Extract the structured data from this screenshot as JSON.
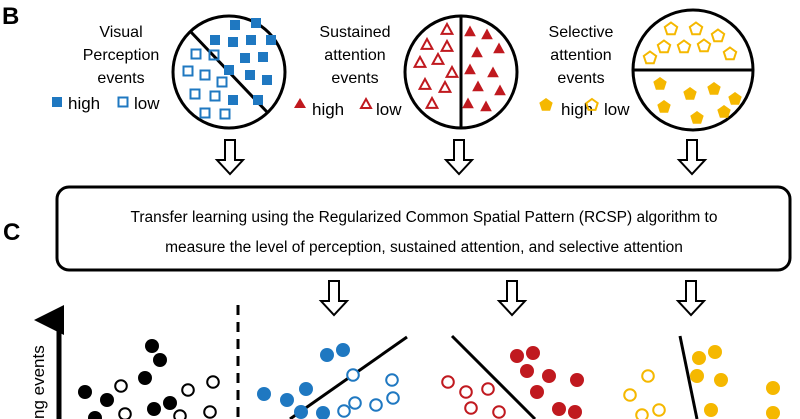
{
  "panel_b": {
    "letter": "B",
    "groups": [
      {
        "label_lines": [
          "Visual",
          "Perception",
          "events"
        ],
        "legend_high": "high",
        "legend_low": "low",
        "color": "#1f78c1",
        "shape": "square",
        "divider": "diagonal"
      },
      {
        "label_lines": [
          "Sustained",
          "attention",
          "events"
        ],
        "legend_high": "high",
        "legend_low": "low",
        "color": "#c0191f",
        "shape": "triangle",
        "divider": "vertical"
      },
      {
        "label_lines": [
          "Selective",
          "attention",
          "events"
        ],
        "legend_high": "high",
        "legend_low": "low",
        "color": "#f5b800",
        "shape": "pentagon",
        "divider": "horizontal"
      }
    ]
  },
  "panel_c": {
    "letter": "C",
    "box_lines": [
      "Transfer learning using the Regularized Common Spatial Pattern (RCSP) algorithm to",
      "measure the level of perception, sustained attention, and selective attention"
    ],
    "side_label": "ng events",
    "colors": {
      "black": "#000000",
      "blue": "#1f78c1",
      "red": "#c0191f",
      "yellow": "#f5b800"
    }
  }
}
